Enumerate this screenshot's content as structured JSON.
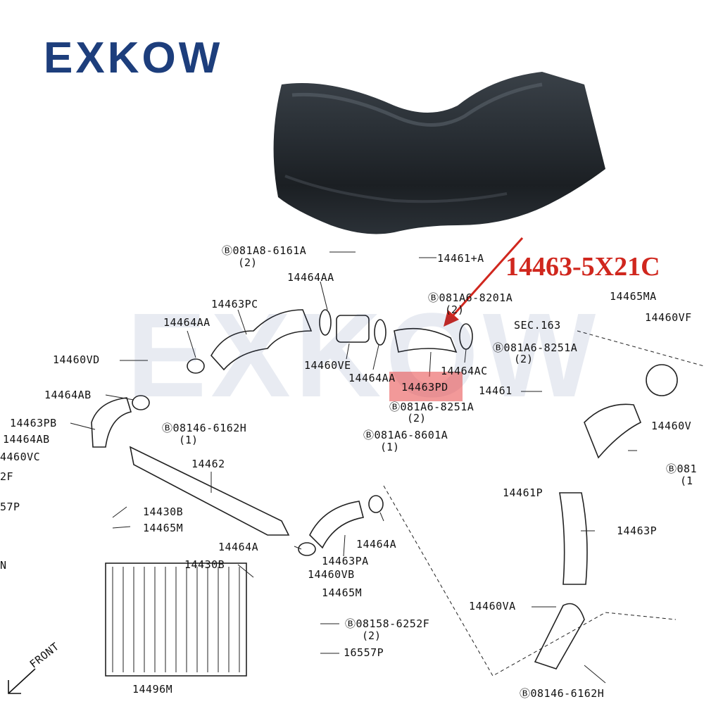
{
  "brand": {
    "logo": "EXKOW",
    "watermark": "EXKOW"
  },
  "highlight": {
    "part_number": "14463-5X21C",
    "diagram_label": "14463PD",
    "accent": "#d0271e"
  },
  "labels": {
    "l_081A8_6161A": "Ⓑ081A8-6161A",
    "q_081A8_6161A": "(2)",
    "l_14461_A": "14461+A",
    "l_14464AA_top": "14464AA",
    "l_081A6_8201A": "Ⓑ081A6-8201A",
    "q_081A6_8201A": "(2)",
    "l_14465MA": "14465MA",
    "l_14460VF": "14460VF",
    "l_14463PC": "14463PC",
    "l_14464AA_left": "14464AA",
    "l_SEC163": "SEC.163",
    "l_081A6_8251A_a": "Ⓑ081A6-8251A",
    "q_081A6_8251A_a": "(2)",
    "l_14460VD": "14460VD",
    "l_14460VE": "14460VE",
    "l_14464AC": "14464AC",
    "l_14464AA_mid": "14464AA",
    "l_14461": "14461",
    "l_14464AB_a": "14464AB",
    "l_14463PD": "14463PD",
    "l_081A6_8251A_b": "Ⓑ081A6-8251A",
    "q_081A6_8251A_b": "(2)",
    "l_14460V_right": "14460V",
    "l_14463PB": "14463PB",
    "l_08146_6162H_a": "Ⓑ08146-6162H",
    "q_08146_6162H_a": "(1)",
    "l_081A6_8601A": "Ⓑ081A6-8601A",
    "q_081A6_8601A": "(1)",
    "l_14464AB_b": "14464AB",
    "l_14460VC": "4460VC",
    "l_14462": "14462",
    "l_0815_right": "Ⓑ081",
    "q_0815_right": "(1",
    "l_2F": "2F",
    "l_14461P": "14461P",
    "l_57P": "57P",
    "l_14430B_a": "14430B",
    "l_14465M_a": "14465M",
    "l_14463P": "14463P",
    "l_14464A_a": "14464A",
    "l_14464A_b": "14464A",
    "l_N": "N",
    "l_14430B_b": "14430B",
    "l_14463PA": "14463PA",
    "l_14460VB": "14460VB",
    "l_14465M_b": "14465M",
    "l_14460VA": "14460VA",
    "l_08158_6252F": "Ⓑ08158-6252F",
    "q_08158_6252F": "(2)",
    "l_16557P": "16557P",
    "l_FRONT": "FRONT",
    "l_14496M": "14496M",
    "l_08146_6162H_b": "Ⓑ08146-6162H"
  }
}
